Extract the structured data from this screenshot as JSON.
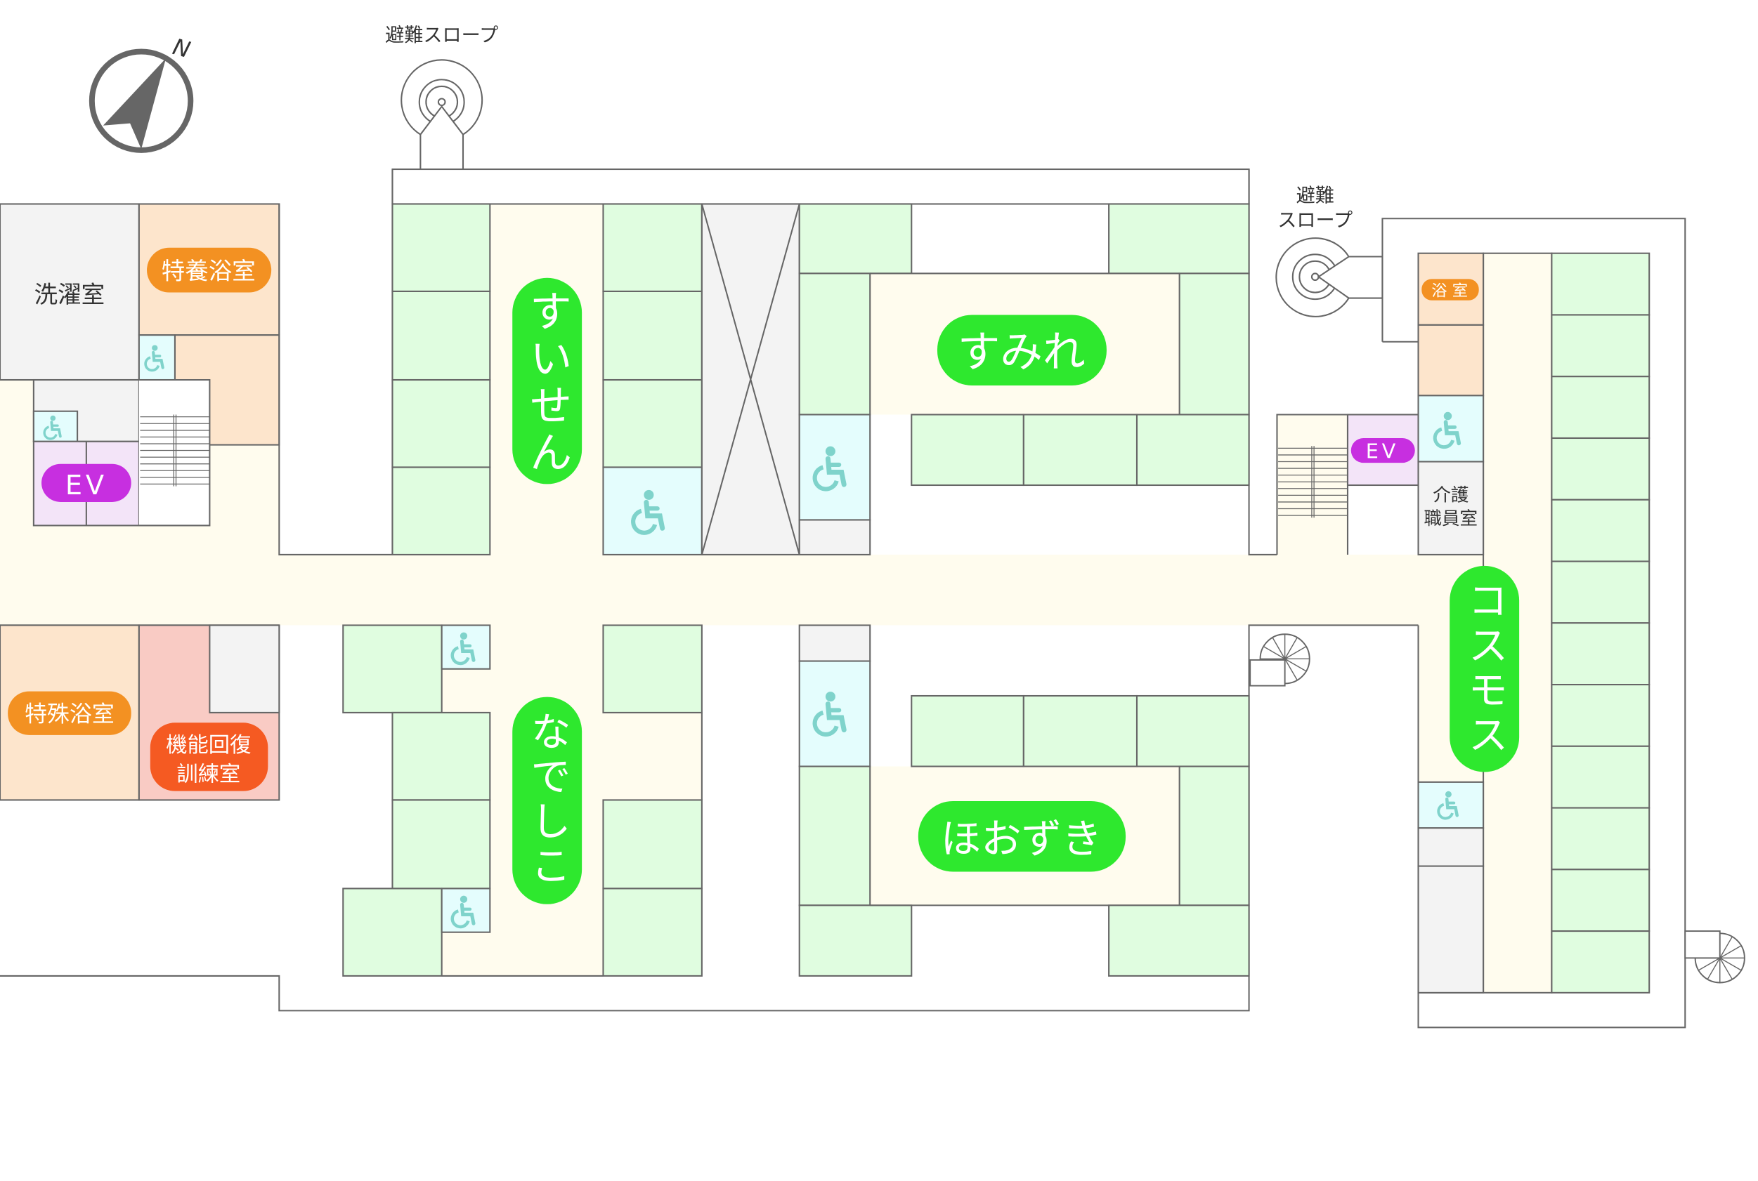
{
  "compass": {
    "north_label": "N"
  },
  "ramps": {
    "top": {
      "label": "避難スロープ"
    },
    "right": {
      "line1": "避難",
      "line2": "スロープ"
    }
  },
  "rooms": {
    "laundry": "洗濯室",
    "special_nursing_bath": "特養浴室",
    "special_bath": "特殊浴室",
    "rehab_line1": "機能回復",
    "rehab_line2": "訓練室",
    "bath_small": "浴 室",
    "staff_line1": "介護",
    "staff_line2": "職員室",
    "ev_left": "EV",
    "ev_right": "EV"
  },
  "units": {
    "suisen": "すいせん",
    "sumire": "すみれ",
    "nadeshiko": "なでしこ",
    "hoozuki": "ほおずき",
    "cosmos": "コスモス"
  },
  "icons": {
    "wheelchair": "wheelchair-icon",
    "compass": "compass-icon",
    "spiral_stair": "spiral-stair-icon",
    "stairs": "stairs-icon"
  },
  "colors": {
    "unit_pill": "#2ee82e",
    "ev_pill": "#c72fe0",
    "bath_pill": "#f39122",
    "rehab_pill": "#f55a22",
    "room": "#e0fde0",
    "corridor": "#fffcee",
    "accessible_toilet": "#e4fdfd",
    "wheelchair_icon": "#7fd3cb"
  }
}
